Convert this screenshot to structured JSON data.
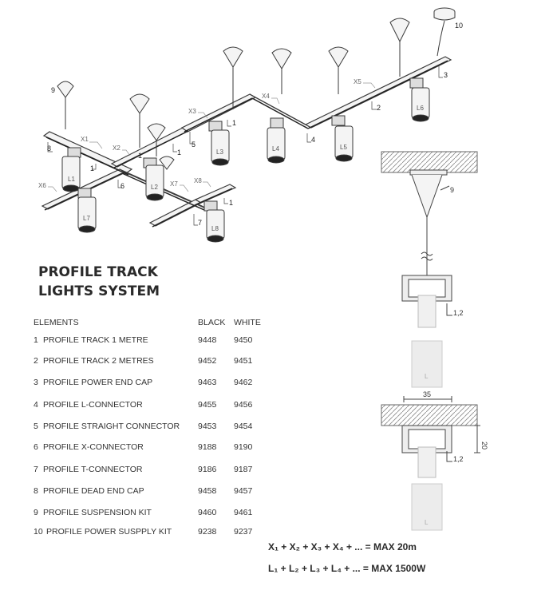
{
  "title": {
    "line1": "PROFILE TRACK",
    "line2": "LIGHTS SYSTEM"
  },
  "table": {
    "headers": {
      "elements": "ELEMENTS",
      "black": "BLACK",
      "white": "WHITE"
    },
    "rows": [
      {
        "num": "1",
        "label": "PROFILE TRACK 1 METRE",
        "black": "9448",
        "white": "9450"
      },
      {
        "num": "2",
        "label": "PROFILE TRACK 2 METRES",
        "black": "9452",
        "white": "9451"
      },
      {
        "num": "3",
        "label": "PROFILE POWER END CAP",
        "black": "9463",
        "white": "9462"
      },
      {
        "num": "4",
        "label": "PROFILE L-CONNECTOR",
        "black": "9455",
        "white": "9456"
      },
      {
        "num": "5",
        "label": "PROFILE STRAIGHT CONNECTOR",
        "black": "9453",
        "white": "9454"
      },
      {
        "num": "6",
        "label": "PROFILE X-CONNECTOR",
        "black": "9188",
        "white": "9190"
      },
      {
        "num": "7",
        "label": "PROFILE T-CONNECTOR",
        "black": "9186",
        "white": "9187"
      },
      {
        "num": "8",
        "label": "PROFILE DEAD END CAP",
        "black": "9458",
        "white": "9457"
      },
      {
        "num": "9",
        "label": "PROFILE SUSPENSION KIT",
        "black": "9460",
        "white": "9461"
      },
      {
        "num": "10",
        "label": "PROFILE POWER  SUSPPLY KIT",
        "black": "9238",
        "white": "9237"
      }
    ]
  },
  "formulas": {
    "length": "X₁ + X₂ + X₃ + X₄ + ... = MAX 20m",
    "power": "L₁ + L₂ + L₃ + L₄ + ... = MAX 1500W"
  },
  "diagram": {
    "lamp_labels": [
      "L1",
      "L2",
      "L3",
      "L4",
      "L5",
      "L6",
      "L7",
      "L8"
    ],
    "segment_labels": [
      "X1",
      "X2",
      "X3",
      "X4",
      "X5",
      "X6",
      "X7",
      "X8"
    ],
    "callouts": [
      "1",
      "1",
      "1",
      "1",
      "1",
      "2",
      "3",
      "4",
      "5",
      "6",
      "7",
      "8",
      "9",
      "10"
    ],
    "detail": {
      "callout_9": "9",
      "callout_12_top": "1,2",
      "callout_12_bottom": "1,2",
      "lamp_top": "L",
      "lamp_bottom": "L",
      "width_dim": "35",
      "height_dim": "20"
    }
  }
}
